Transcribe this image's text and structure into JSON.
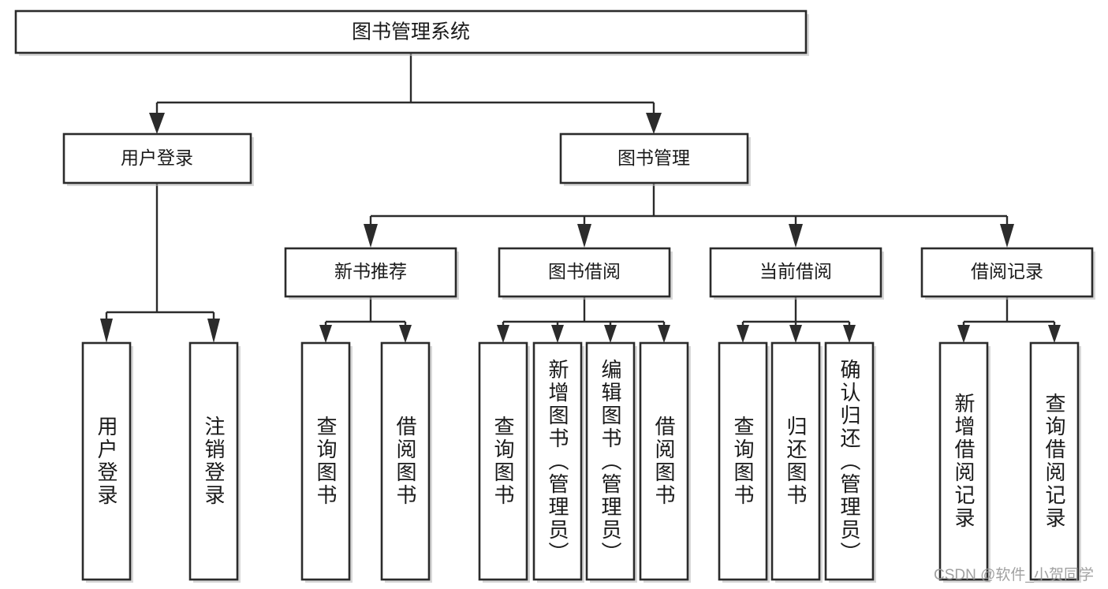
{
  "diagram": {
    "type": "tree-hierarchy-flowchart",
    "root": {
      "id": "root",
      "label": "图书管理系统"
    },
    "level1": [
      {
        "id": "user-login",
        "label": "用户登录"
      },
      {
        "id": "book-manage",
        "label": "图书管理"
      }
    ],
    "level2": [
      {
        "id": "new-book-rec",
        "label": "新书推荐",
        "parent": "book-manage"
      },
      {
        "id": "book-borrow",
        "label": "图书借阅",
        "parent": "book-manage"
      },
      {
        "id": "current-borrow",
        "label": "当前借阅",
        "parent": "book-manage"
      },
      {
        "id": "borrow-record",
        "label": "借阅记录",
        "parent": "book-manage"
      }
    ],
    "leaves": [
      {
        "id": "leaf-user-login",
        "label": "用户登录",
        "parent": "user-login"
      },
      {
        "id": "leaf-logout",
        "label": "注销登录",
        "parent": "user-login"
      },
      {
        "id": "leaf-query-book-1",
        "label": "查询图书",
        "parent": "new-book-rec"
      },
      {
        "id": "leaf-borrow-book-1",
        "label": "借阅图书",
        "parent": "new-book-rec"
      },
      {
        "id": "leaf-query-book-2",
        "label": "查询图书",
        "parent": "book-borrow"
      },
      {
        "id": "leaf-add-book",
        "label": "新增图书（管理员）",
        "parent": "book-borrow"
      },
      {
        "id": "leaf-edit-book",
        "label": "编辑图书（管理员）",
        "parent": "book-borrow"
      },
      {
        "id": "leaf-borrow-book-2",
        "label": "借阅图书",
        "parent": "book-borrow"
      },
      {
        "id": "leaf-query-book-3",
        "label": "查询图书",
        "parent": "current-borrow"
      },
      {
        "id": "leaf-return-book",
        "label": "归还图书",
        "parent": "current-borrow"
      },
      {
        "id": "leaf-confirm-return",
        "label": "确认归还（管理员）",
        "parent": "current-borrow"
      },
      {
        "id": "leaf-add-record",
        "label": "新增借阅记录",
        "parent": "borrow-record"
      },
      {
        "id": "leaf-query-record",
        "label": "查询借阅记录",
        "parent": "borrow-record"
      }
    ]
  },
  "watermark": {
    "text": "CSDN @软件_小贺同学"
  },
  "colors": {
    "stroke": "#2b2b2b",
    "fill": "#ffffff",
    "text": "#1a1a1a",
    "watermark": "#9a9a9a"
  }
}
